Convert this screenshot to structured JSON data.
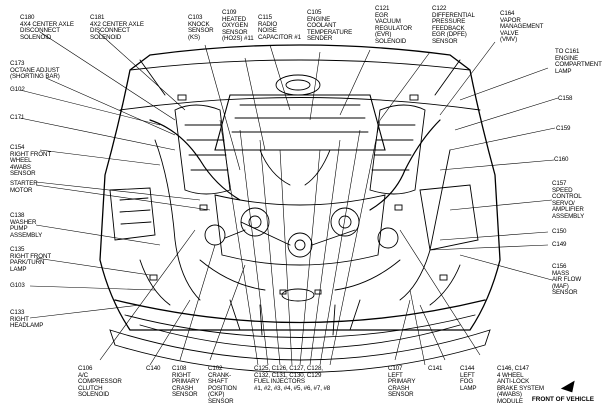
{
  "labels": {
    "c180": "C180\n4X4 CENTER AXLE\nDISCONNECT\nSOLENOID",
    "c181": "C181\n4X2 CENTER AXLE\nDISCONNECT\nSOLENOID",
    "c103": "C103\nKNOCK\nSENSOR\n(KS)",
    "c109": "C109\nHEATED\nOXYGEN\nSENSOR\n(HO2S) #11",
    "c115": "C115\nRADIO\nNOISE\nCAPACITOR #1",
    "c105": "C105\nENGINE\nCOOLANT\nTEMPERATURE\nSENDER",
    "c121": "C121\nEGR\nVACUUM\nREGULATOR\n(EVR)\nSOLENOID",
    "c122": "C122\nDIFFERENTIAL\nPRESSURE\nFEEDBACK\nEGR (DPFE)\nSENSOR",
    "c164": "C164\nVAPOR\nMANAGEMENT\nVALVE\n(VMV)",
    "c161": "TO C161\nENGINE\nCOMPARTMENT\nLAMP",
    "c173": "C173\nOCTANE ADJUST\n(SHORTING BAR)",
    "g102": "G102",
    "c171": "C171",
    "c158": "C158",
    "c159": "C159",
    "c154": "C154\nRIGHT FRONT\nWHEEL\n4WABS\nSENSOR",
    "c160": "C160",
    "starter": "STARTER\nMOTOR",
    "c157": "C157\nSPEED\nCONTROL\nSERVO/\nAMPLIFIER\nASSEMBLY",
    "c138": "C138\nWASHER\nPUMP\nASSEMBLY",
    "c150": "C150",
    "c149": "C149",
    "c135": "C135\nRIGHT FRONT\nPARK/TURN\nLAMP",
    "c156": "C156\nMASS\nAIR FLOW\n(MAF)\nSENSOR",
    "g103": "G103",
    "c133": "C133\nRIGHT\nHEADLAMP",
    "c106": "C106\nA/C\nCOMPRESSOR\nCLUTCH\nSOLENOID",
    "c140": "C140",
    "c108": "C108\nRIGHT\nPRIMARY\nCRASH\nSENSOR",
    "c102": "C102\nCRANK-\nSHAFT\nPOSITION\n(CKP)\nSENSOR",
    "injectors": "C125, C126, C127, C128,\nC132, C131, C130, C129\nFUEL INJECTORS\n#1, #2, #3, #4, #5, #6, #7, #8",
    "c107": "C107\nLEFT\nPRIMARY\nCRASH\nSENSOR",
    "c141": "C141",
    "c144": "C144\nLEFT\nFOG\nLAMP",
    "c146": "C146, C147\n4 WHEEL\nANTI-LOCK\nBRAKE SYSTEM\n(4WABS)\nMODULE",
    "front": "FRONT OF VEHICLE"
  },
  "colors": {
    "line": "#000000",
    "background": "#ffffff"
  }
}
